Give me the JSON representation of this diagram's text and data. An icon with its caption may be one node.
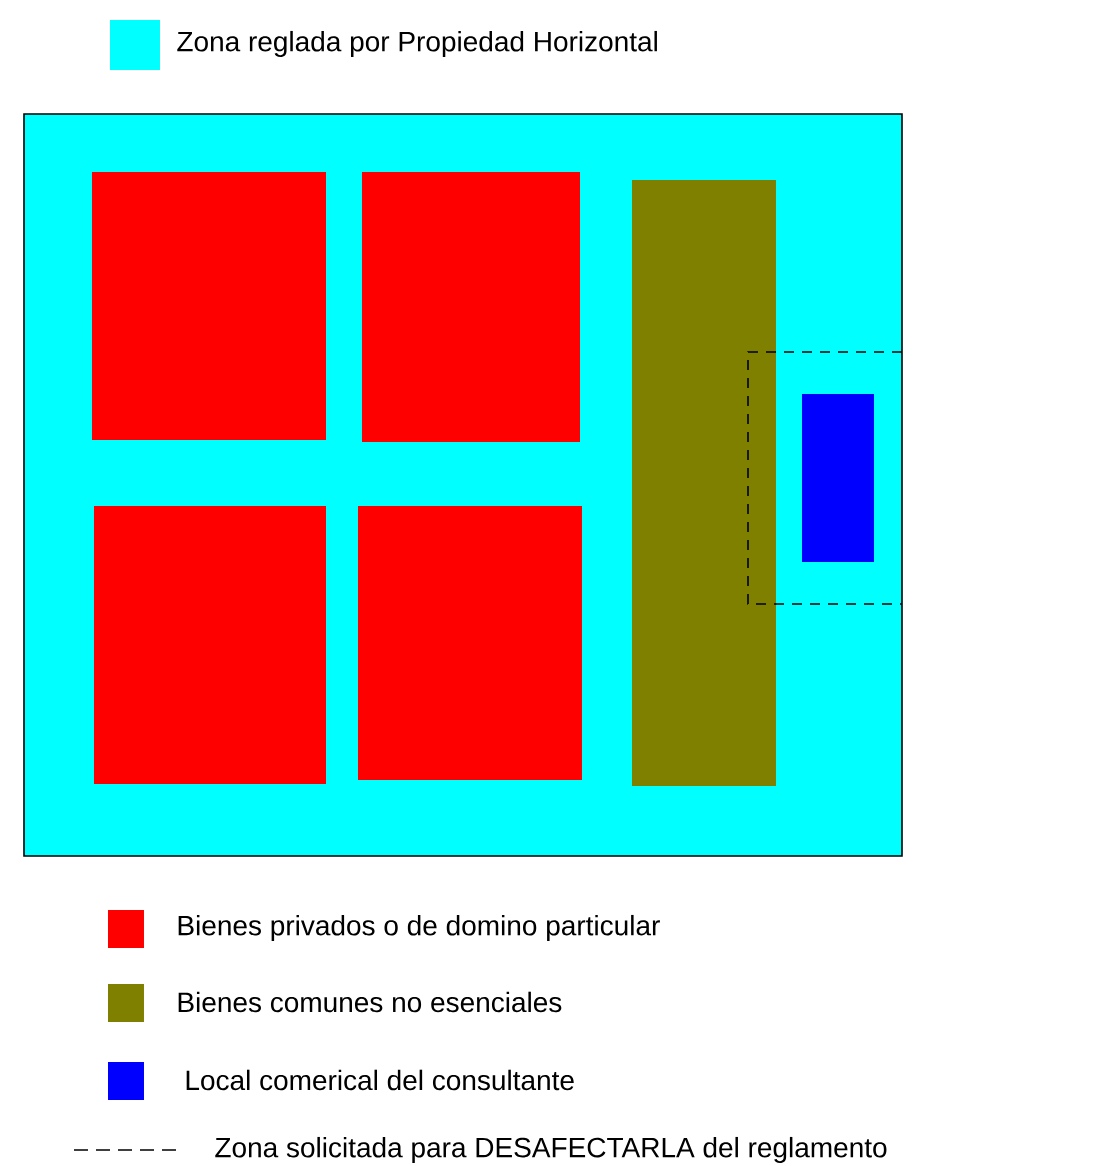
{
  "diagram": {
    "legend": [
      {
        "text": "Zona reglada por Propiedad Horizontal",
        "color": "#00ffff"
      },
      {
        "text": "Bienes privados o de domino particular",
        "color": "#ff0000"
      },
      {
        "text": "Bienes comunes no esenciales",
        "color": "#808000"
      },
      {
        "text": "Local comerical del consultante",
        "color": "#0000ff"
      },
      {
        "text": "Zona solicitada para DESAFECTARLA del reglamento"
      }
    ]
  }
}
